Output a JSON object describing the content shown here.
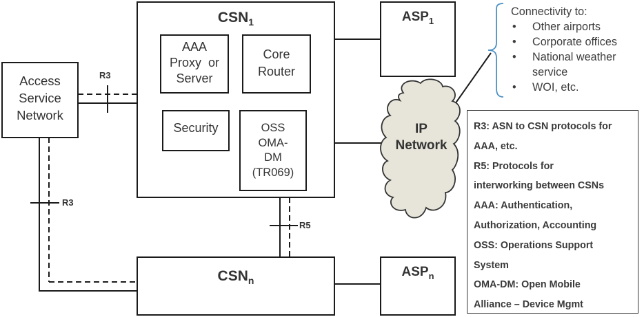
{
  "nodes": {
    "asn": [
      "Access",
      "Service",
      "Network"
    ],
    "csn1": {
      "base": "CSN",
      "sub": "1"
    },
    "csnn": {
      "base": "CSN",
      "sub": "n"
    },
    "asp1": {
      "base": "ASP",
      "sub": "1"
    },
    "aspn": {
      "base": "ASP",
      "sub": "n"
    },
    "aaa": [
      "AAA",
      "Proxy  or",
      "Server"
    ],
    "core_router": [
      "Core",
      "Router"
    ],
    "security": "Security",
    "oss": [
      "OSS",
      "OMA-",
      "DM",
      "(TR069)"
    ],
    "ip_network": [
      "IP",
      "Network"
    ]
  },
  "reference_points": {
    "r3_top": "R3",
    "r3_left": "R3",
    "r5": "R5"
  },
  "connectivity": {
    "heading": "Connectivity to:",
    "items": [
      "Other airports",
      "Corporate offices",
      "National weather service",
      "WOI, etc."
    ],
    "item_lines": [
      [
        "Other airports"
      ],
      [
        "Corporate offices"
      ],
      [
        "National weather",
        "service"
      ],
      [
        "WOI, etc."
      ]
    ]
  },
  "legend": {
    "lines": [
      "R3: ASN to CSN protocols for",
      "AAA, etc.",
      "R5: Protocols for",
      "interworking between CSNs",
      "AAA: Authentication,",
      "Authorization, Accounting",
      "OSS: Operations Support",
      "System",
      "OMA-DM: Open Mobile",
      "Alliance – Device Mgmt"
    ]
  }
}
